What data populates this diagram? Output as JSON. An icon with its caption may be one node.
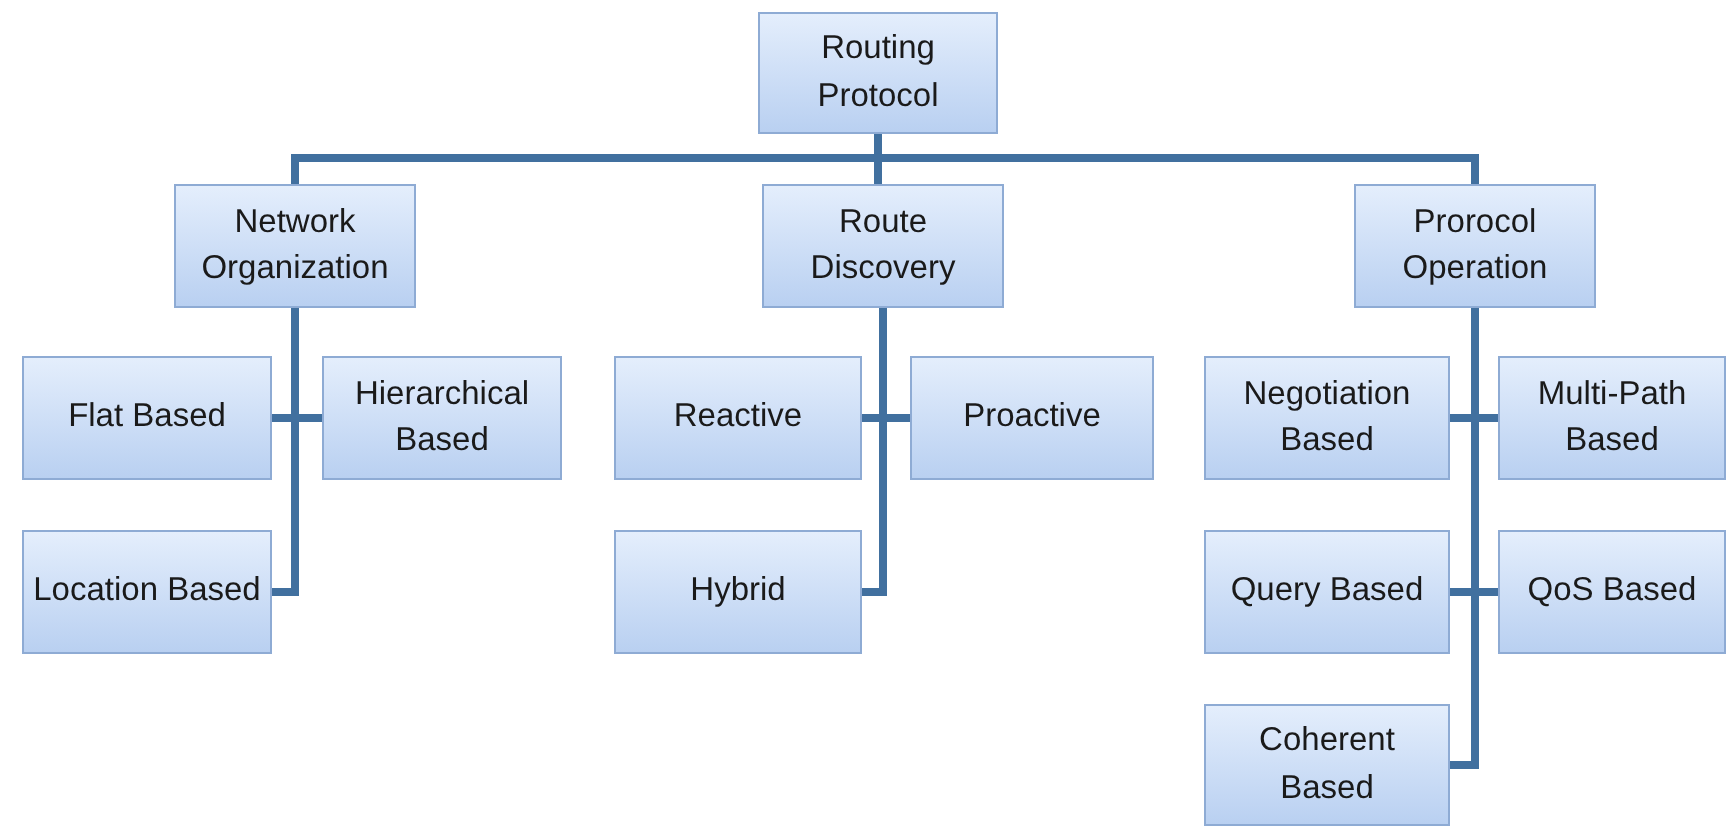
{
  "diagram": {
    "nodes": [
      {
        "text": [
          "Routing Protocol"
        ]
      },
      {
        "text": [
          "Network Organization"
        ]
      },
      {
        "text": [
          "Route Discovery"
        ]
      },
      {
        "text": [
          "Prorocol Operation"
        ]
      },
      {
        "text": [
          "Flat Based"
        ]
      },
      {
        "text": [
          "Hierarchical Based"
        ]
      },
      {
        "text": [
          "Location Based"
        ]
      },
      {
        "text": [
          "Reactive"
        ]
      },
      {
        "text": [
          "Proactive"
        ]
      },
      {
        "text": [
          "Hybrid"
        ]
      },
      {
        "text": [
          "Negotiation Based"
        ]
      },
      {
        "text": [
          "Multi-Path Based"
        ]
      },
      {
        "text": [
          "Query Based"
        ]
      },
      {
        "text": [
          "QoS Based"
        ]
      },
      {
        "text": [
          "Coherent Based"
        ]
      }
    ],
    "edges": [
      {
        "from": 0,
        "to": 1,
        "arrow": "none"
      },
      {
        "from": 0,
        "to": 2,
        "arrow": "none"
      },
      {
        "from": 0,
        "to": 3,
        "arrow": "none"
      },
      {
        "from": 1,
        "to": 4,
        "arrow": "none"
      },
      {
        "from": 1,
        "to": 5,
        "arrow": "none"
      },
      {
        "from": 1,
        "to": 6,
        "arrow": "none"
      },
      {
        "from": 2,
        "to": 7,
        "arrow": "none"
      },
      {
        "from": 2,
        "to": 8,
        "arrow": "none"
      },
      {
        "from": 2,
        "to": 9,
        "arrow": "none"
      },
      {
        "from": 3,
        "to": 10,
        "arrow": "none"
      },
      {
        "from": 3,
        "to": 11,
        "arrow": "none"
      },
      {
        "from": 3,
        "to": 12,
        "arrow": "none"
      },
      {
        "from": 3,
        "to": 13,
        "arrow": "none"
      },
      {
        "from": 3,
        "to": 14,
        "arrow": "none"
      }
    ]
  }
}
